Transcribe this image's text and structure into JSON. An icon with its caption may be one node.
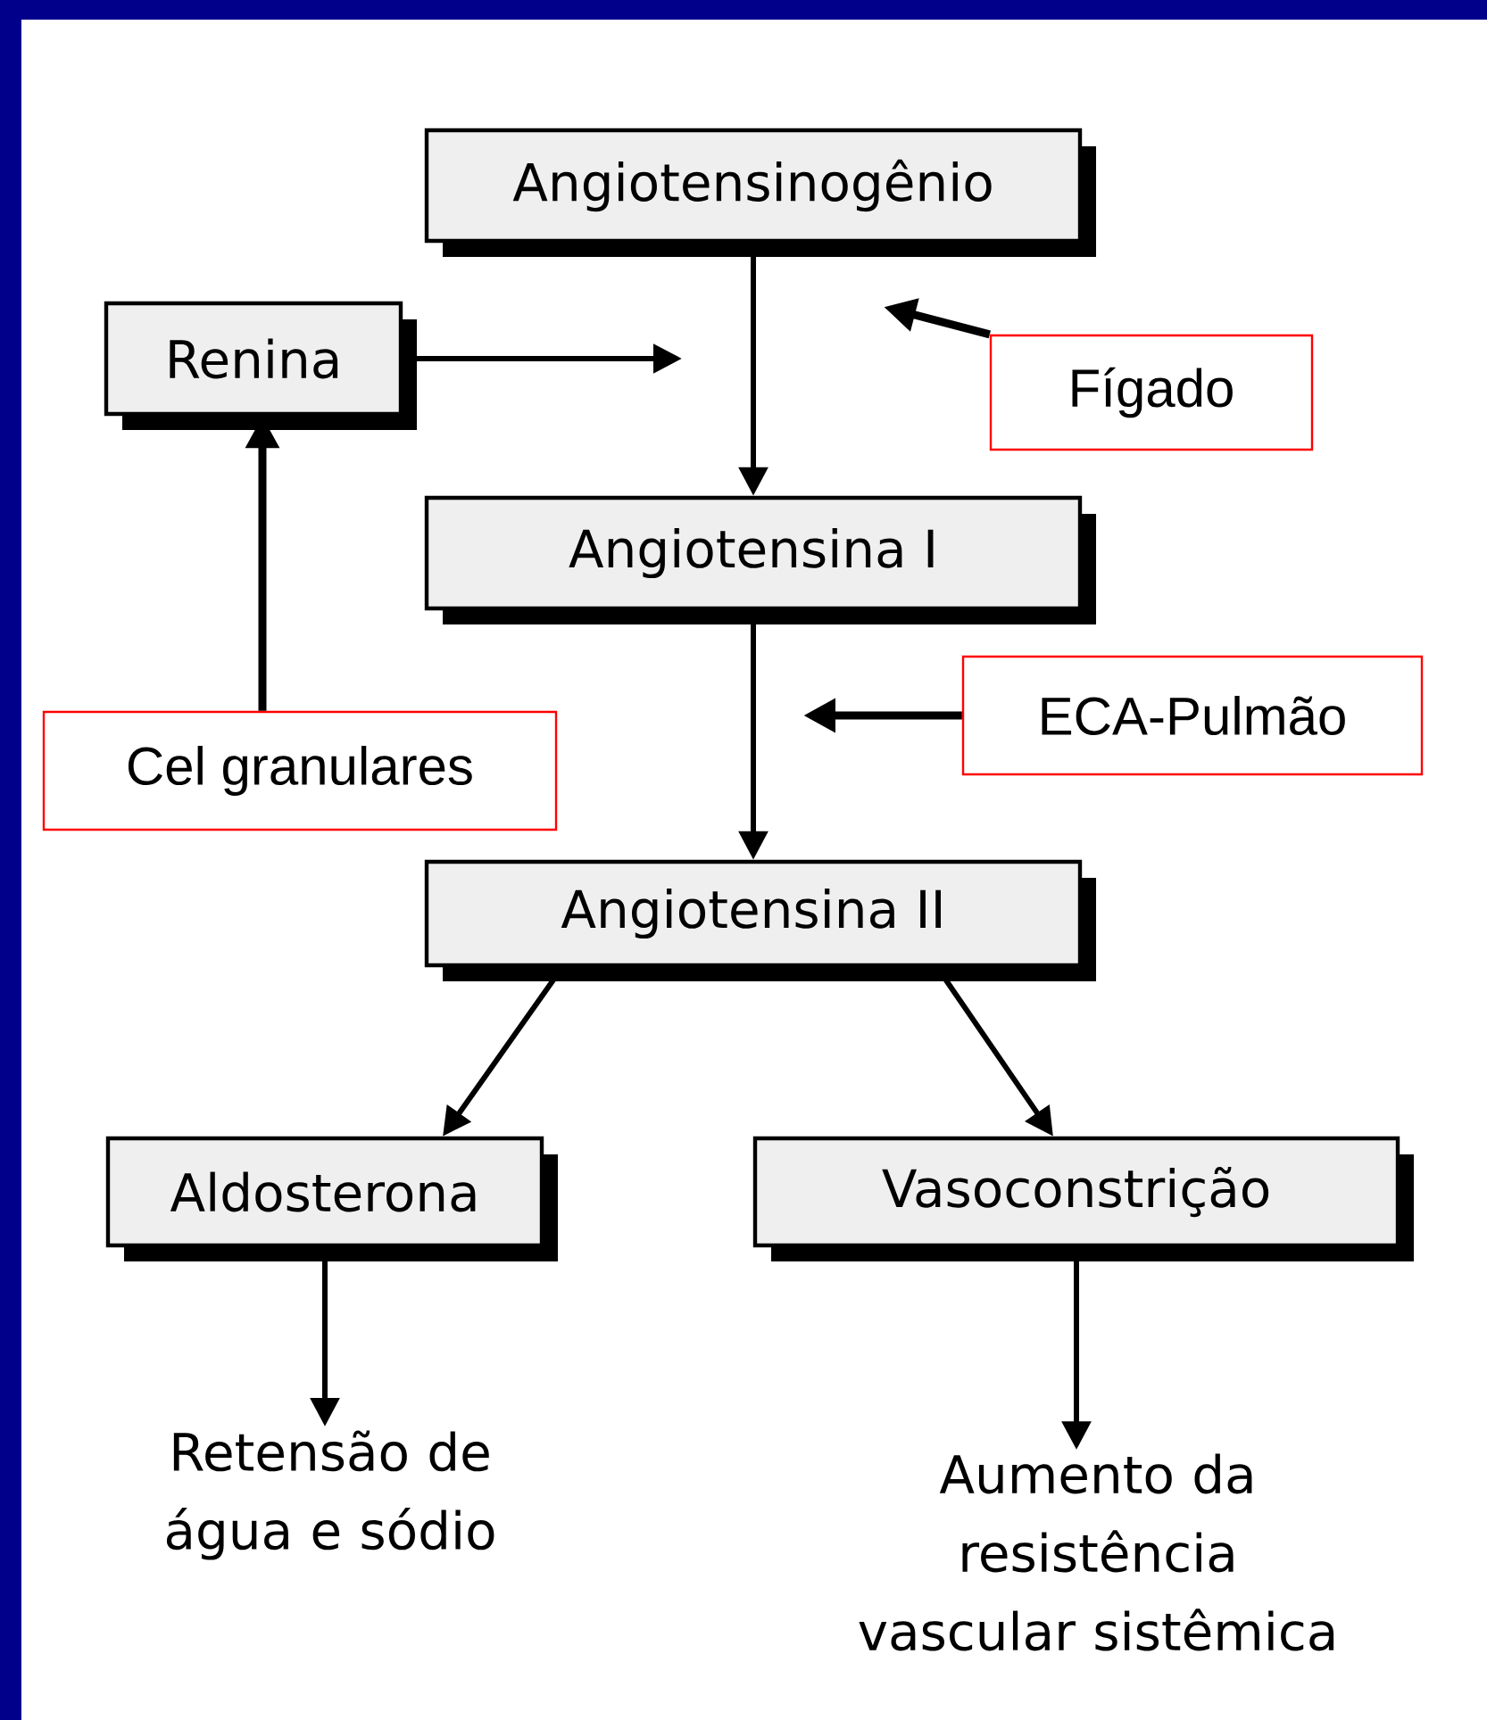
{
  "diagram": {
    "nodes": [
      {
        "text": [
          "Angiotensinogênio"
        ]
      },
      {
        "text": [
          "Renina"
        ]
      },
      {
        "text": [
          "Fígado"
        ]
      },
      {
        "text": [
          "Angiotensina I"
        ]
      },
      {
        "text": [
          "Cel granulares"
        ]
      },
      {
        "text": [
          "ECA-Pulmão"
        ]
      },
      {
        "text": [
          "Angiotensina II"
        ]
      },
      {
        "text": [
          "Aldosterona"
        ]
      },
      {
        "text": [
          "Vasoconstrição"
        ]
      },
      {
        "text": [
          "Retensão de água e sódio"
        ]
      },
      {
        "text": [
          "Aumento da resistência vascular sistêmica"
        ]
      }
    ],
    "edges": [
      {
        "from": 0,
        "to": 3,
        "arrow": "to"
      },
      {
        "from": 1,
        "to": null,
        "arrow": "to"
      },
      {
        "from": 2,
        "to": null,
        "arrow": "to"
      },
      {
        "from": 4,
        "to": 1,
        "arrow": "to"
      },
      {
        "from": 3,
        "to": 6,
        "arrow": "to"
      },
      {
        "from": 5,
        "to": null,
        "arrow": "to"
      },
      {
        "from": 6,
        "to": 7,
        "arrow": "to"
      },
      {
        "from": 6,
        "to": 8,
        "arrow": "to"
      },
      {
        "from": 7,
        "to": 9,
        "arrow": "to"
      },
      {
        "from": 8,
        "to": 10,
        "arrow": "to"
      }
    ]
  }
}
